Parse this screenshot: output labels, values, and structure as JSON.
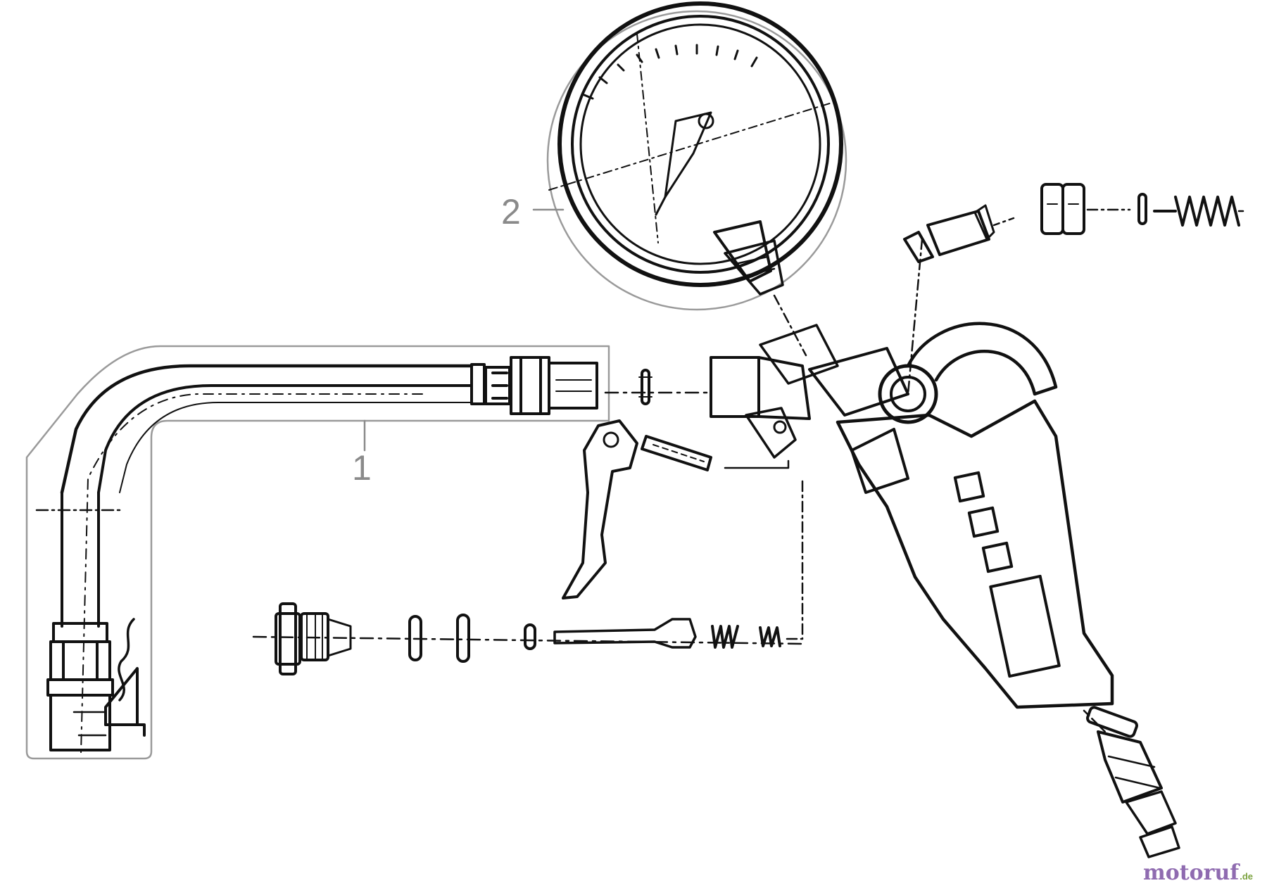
{
  "callouts": [
    {
      "id": "1",
      "label": "1"
    },
    {
      "id": "2",
      "label": "2"
    }
  ],
  "watermark": {
    "brand": "motoruf",
    "tld": ".de"
  },
  "colors": {
    "line": "#111111",
    "callout_gray": "#8a8a8a",
    "outline_gray": "#9a9a9a"
  }
}
